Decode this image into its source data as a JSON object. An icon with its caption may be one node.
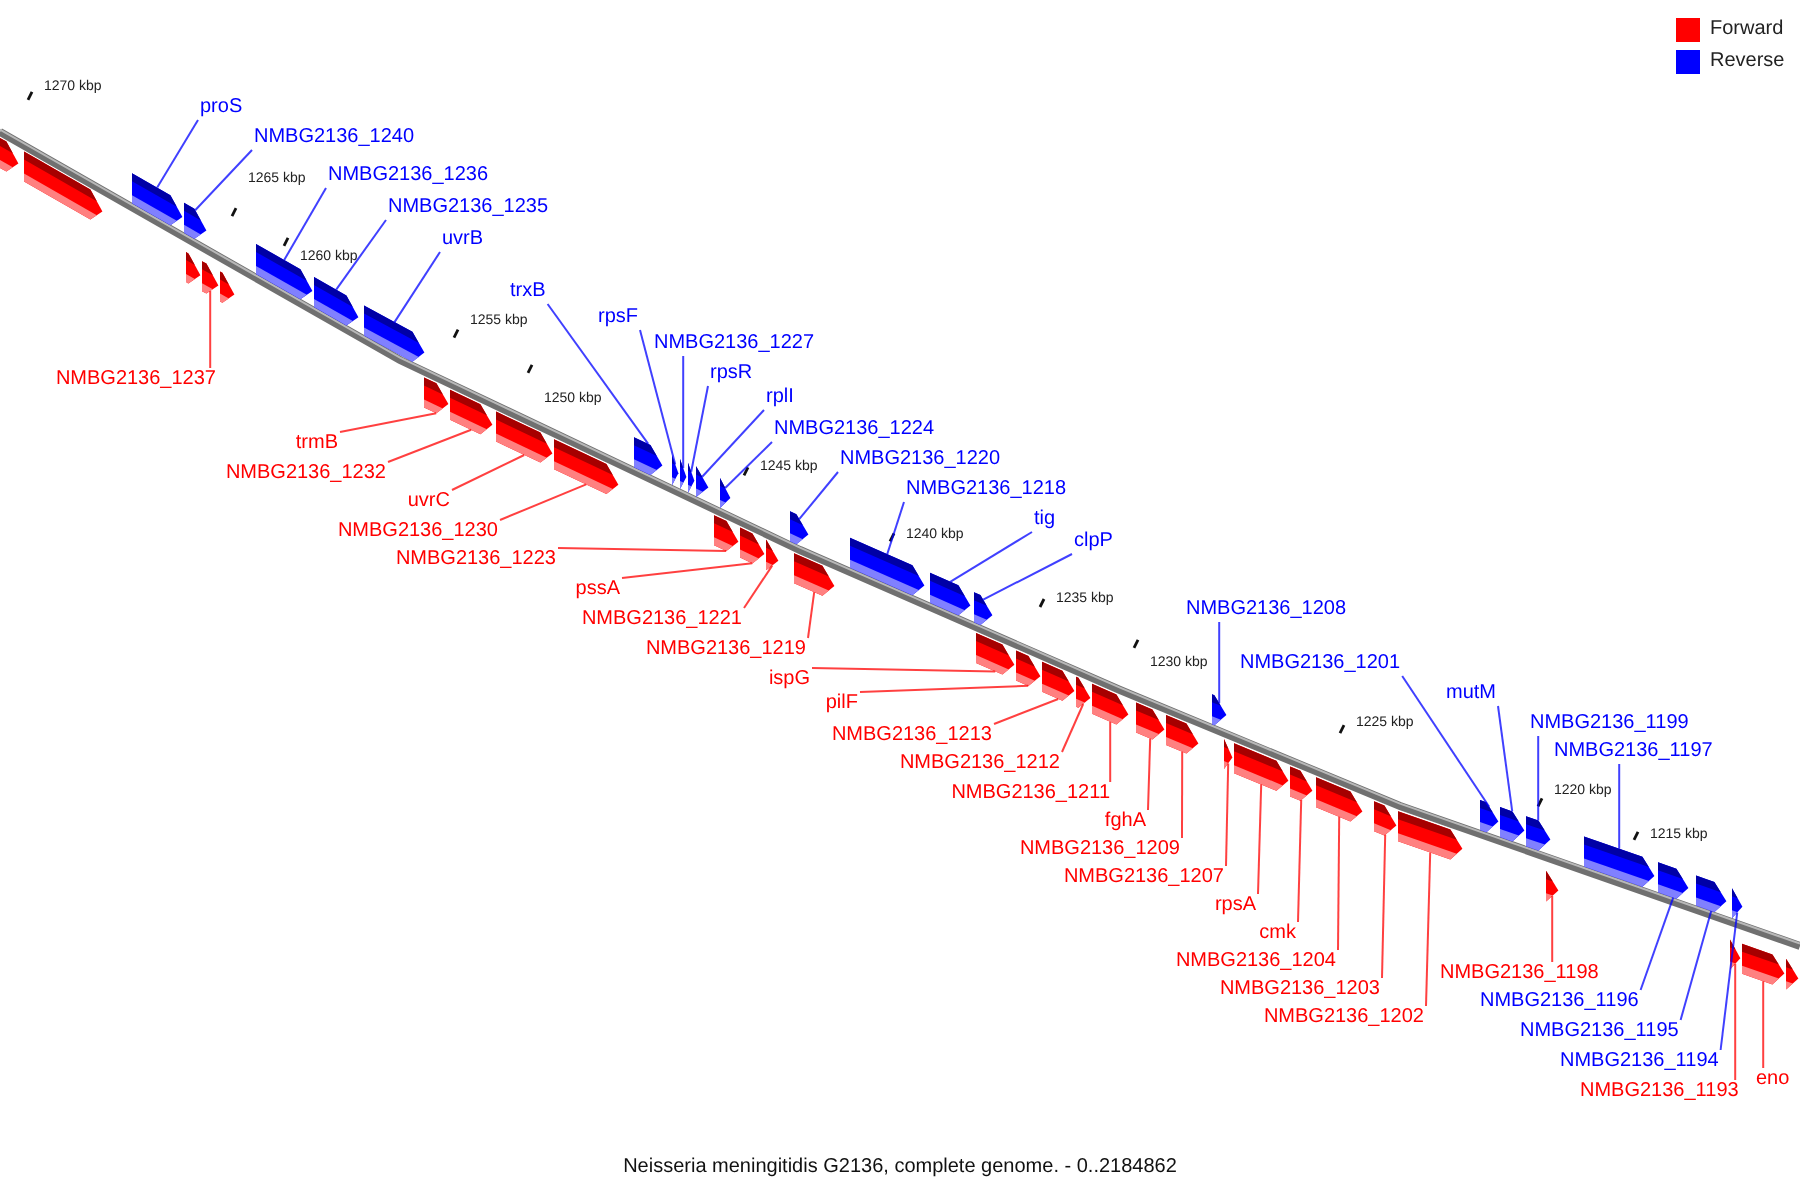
{
  "diagram": {
    "caption": "Neisseria meningitidis G2136, complete genome. - 0..2184862",
    "nodes": [
      {
        "text": [],
        "shape": "bar"
      },
      {
        "text": [],
        "shape": "bar"
      },
      {
        "text": [],
        "shape": "bar"
      },
      {
        "text": [],
        "shape": "bar"
      },
      {
        "text": [],
        "shape": "bar"
      },
      {
        "text": [],
        "shape": "bar"
      },
      {
        "text": [],
        "shape": "bar"
      },
      {
        "text": [],
        "shape": "bar"
      },
      {
        "text": [],
        "shape": "bar"
      },
      {
        "text": [],
        "shape": "bar"
      },
      {
        "text": [],
        "shape": "bar"
      },
      {
        "text": [],
        "shape": "bar"
      },
      {
        "text": [],
        "shape": "bar"
      },
      {
        "text": [],
        "shape": "bar"
      },
      {
        "text": [],
        "shape": "bar"
      },
      {
        "text": [],
        "shape": "bar"
      },
      {
        "text": [],
        "shape": "bar"
      },
      {
        "text": [],
        "shape": "bar"
      },
      {
        "text": [],
        "shape": "bar"
      },
      {
        "text": [],
        "shape": "bar"
      },
      {
        "text": [],
        "shape": "bar"
      },
      {
        "text": [],
        "shape": "bar"
      },
      {
        "text": [],
        "shape": "bar"
      },
      {
        "text": [],
        "shape": "bar"
      },
      {
        "text": [],
        "shape": "bar"
      },
      {
        "text": [],
        "shape": "bar"
      },
      {
        "text": [],
        "shape": "bar"
      },
      {
        "text": [],
        "shape": "bar"
      },
      {
        "text": [],
        "shape": "bar"
      },
      {
        "text": [],
        "shape": "bar"
      },
      {
        "text": [],
        "shape": "bar"
      },
      {
        "text": [],
        "shape": "bar"
      },
      {
        "text": [],
        "shape": "bar"
      },
      {
        "text": [],
        "shape": "bar"
      },
      {
        "text": [],
        "shape": "bar"
      },
      {
        "text": [],
        "shape": "bar"
      },
      {
        "text": [],
        "shape": "bar"
      },
      {
        "text": [],
        "shape": "bar"
      },
      {
        "text": [],
        "shape": "bar"
      },
      {
        "text": [],
        "shape": "bar"
      },
      {
        "text": [],
        "shape": "bar"
      },
      {
        "text": [],
        "shape": "bar"
      },
      {
        "text": [],
        "shape": "bar"
      },
      {
        "text": [],
        "shape": "bar"
      },
      {
        "text": [],
        "shape": "bar"
      },
      {
        "text": [],
        "shape": "bar"
      },
      {
        "text": [],
        "shape": "bar"
      },
      {
        "text": [],
        "shape": "bar"
      },
      {
        "text": [],
        "shape": "bar"
      },
      {
        "text": [],
        "shape": "bar"
      },
      {
        "text": [],
        "shape": "bar"
      },
      {
        "text": [],
        "shape": "bar"
      },
      {
        "text": [],
        "shape": "bar"
      },
      {
        "text": [
          "proS"
        ]
      },
      {
        "text": [
          "NMBG2136_1240"
        ]
      },
      {
        "text": [
          "NMBG2136_1236"
        ]
      },
      {
        "text": [
          "NMBG2136_1235"
        ]
      },
      {
        "text": [
          "uvrB"
        ]
      },
      {
        "text": [
          "trxB"
        ]
      },
      {
        "text": [
          "rpsF"
        ]
      },
      {
        "text": [
          "NMBG2136_1227"
        ]
      },
      {
        "text": [
          "rpsR"
        ]
      },
      {
        "text": [
          "NMBG2136_1237"
        ]
      },
      {
        "text": [
          "rplI"
        ]
      },
      {
        "text": [
          "NMBG2136_1224"
        ]
      },
      {
        "text": [
          "trmB"
        ]
      },
      {
        "text": [
          "NMBG2136_1220"
        ]
      },
      {
        "text": [
          "NMBG2136_1232"
        ]
      },
      {
        "text": [
          "NMBG2136_1218"
        ]
      },
      {
        "text": [
          "uvrC"
        ]
      },
      {
        "text": [
          "tig"
        ]
      },
      {
        "text": [
          "NMBG2136_1230"
        ]
      },
      {
        "text": [
          "clpP"
        ]
      },
      {
        "text": [
          "NMBG2136_1223"
        ]
      },
      {
        "text": [
          "pssA"
        ]
      },
      {
        "text": [
          "NMBG2136_1208"
        ]
      },
      {
        "text": [
          "NMBG2136_1221"
        ]
      },
      {
        "text": [
          "NMBG2136_1219"
        ]
      },
      {
        "text": [
          "NMBG2136_1201"
        ]
      },
      {
        "text": [
          "ispG"
        ]
      },
      {
        "text": [
          "mutM"
        ]
      },
      {
        "text": [
          "pilF"
        ]
      },
      {
        "text": [
          "NMBG2136_1199"
        ]
      },
      {
        "text": [
          "NMBG2136_1213"
        ]
      },
      {
        "text": [
          "NMBG2136_1197"
        ]
      },
      {
        "text": [
          "NMBG2136_1212"
        ]
      },
      {
        "text": [
          "NMBG2136_1211"
        ]
      },
      {
        "text": [
          "fghA"
        ]
      },
      {
        "text": [
          "NMBG2136_1209"
        ]
      },
      {
        "text": [
          "NMBG2136_1207"
        ]
      },
      {
        "text": [
          "rpsA"
        ]
      },
      {
        "text": [
          "cmk"
        ]
      },
      {
        "text": [
          "NMBG2136_1204"
        ]
      },
      {
        "text": [
          "NMBG2136_1198"
        ]
      },
      {
        "text": [
          "NMBG2136_1203"
        ]
      },
      {
        "text": [
          "NMBG2136_1196"
        ]
      },
      {
        "text": [
          "NMBG2136_1202"
        ]
      },
      {
        "text": [
          "NMBG2136_1195"
        ]
      },
      {
        "text": [
          "NMBG2136_1194"
        ]
      },
      {
        "text": [
          "eno"
        ]
      },
      {
        "text": [
          "NMBG2136_1193"
        ]
      }
    ],
    "edges": [
      {
        "from": 53,
        "to": 2,
        "arrow": "none",
        "color": "#0000ff"
      },
      {
        "from": 54,
        "to": 3,
        "arrow": "none",
        "color": "#0000ff"
      },
      {
        "from": 55,
        "to": 7,
        "arrow": "none",
        "color": "#0000ff"
      },
      {
        "from": 56,
        "to": 8,
        "arrow": "none",
        "color": "#0000ff"
      },
      {
        "from": 57,
        "to": 9,
        "arrow": "none",
        "color": "#0000ff"
      },
      {
        "from": 58,
        "to": 14,
        "arrow": "none",
        "color": "#0000ff"
      },
      {
        "from": 59,
        "to": 15,
        "arrow": "none",
        "color": "#0000ff"
      },
      {
        "from": 60,
        "to": 16,
        "arrow": "none",
        "color": "#0000ff"
      },
      {
        "from": 61,
        "to": 17,
        "arrow": "none",
        "color": "#0000ff"
      },
      {
        "from": 62,
        "to": 5,
        "arrow": "none"
      },
      {
        "from": 63,
        "to": 18,
        "arrow": "none",
        "color": "#0000ff"
      },
      {
        "from": 64,
        "to": 20,
        "arrow": "none",
        "color": "#0000ff"
      },
      {
        "from": 65,
        "to": 10,
        "arrow": "none"
      },
      {
        "from": 66,
        "to": 23,
        "arrow": "none",
        "color": "#0000ff"
      },
      {
        "from": 67,
        "to": 11,
        "arrow": "none"
      },
      {
        "from": 68,
        "to": 25,
        "arrow": "none",
        "color": "#0000ff"
      },
      {
        "from": 69,
        "to": 12,
        "arrow": "none"
      },
      {
        "from": 70,
        "to": 26,
        "arrow": "none",
        "color": "#0000ff"
      },
      {
        "from": 71,
        "to": 13,
        "arrow": "none"
      },
      {
        "from": 72,
        "to": 27,
        "arrow": "none",
        "color": "#0000ff"
      },
      {
        "from": 73,
        "to": 19,
        "arrow": "none"
      },
      {
        "from": 74,
        "to": 21,
        "arrow": "none"
      },
      {
        "from": 75,
        "to": 35,
        "arrow": "none",
        "color": "#0000ff"
      },
      {
        "from": 76,
        "to": 22,
        "arrow": "none"
      },
      {
        "from": 77,
        "to": 24,
        "arrow": "none"
      },
      {
        "from": 78,
        "to": 42,
        "arrow": "none",
        "color": "#0000ff"
      },
      {
        "from": 79,
        "to": 28,
        "arrow": "none"
      },
      {
        "from": 80,
        "to": 43,
        "arrow": "none",
        "color": "#0000ff"
      },
      {
        "from": 81,
        "to": 29,
        "arrow": "none"
      },
      {
        "from": 82,
        "to": 44,
        "arrow": "none",
        "color": "#0000ff"
      },
      {
        "from": 83,
        "to": 30,
        "arrow": "none"
      },
      {
        "from": 84,
        "to": 46,
        "arrow": "none",
        "color": "#0000ff"
      },
      {
        "from": 85,
        "to": 31,
        "arrow": "none"
      },
      {
        "from": 86,
        "to": 32,
        "arrow": "none"
      },
      {
        "from": 87,
        "to": 33,
        "arrow": "none"
      },
      {
        "from": 88,
        "to": 34,
        "arrow": "none"
      },
      {
        "from": 89,
        "to": 36,
        "arrow": "none"
      },
      {
        "from": 90,
        "to": 37,
        "arrow": "none"
      },
      {
        "from": 91,
        "to": 38,
        "arrow": "none"
      },
      {
        "from": 92,
        "to": 39,
        "arrow": "none"
      },
      {
        "from": 93,
        "to": 45,
        "arrow": "none"
      },
      {
        "from": 94,
        "to": 40,
        "arrow": "none"
      },
      {
        "from": 95,
        "to": 47,
        "arrow": "none",
        "color": "#0000ff"
      },
      {
        "from": 96,
        "to": 41,
        "arrow": "none"
      },
      {
        "from": 97,
        "to": 48,
        "arrow": "none",
        "color": "#0000ff"
      },
      {
        "from": 98,
        "to": 50,
        "arrow": "none",
        "color": "#0000ff"
      },
      {
        "from": 99,
        "to": 51,
        "arrow": "none"
      },
      {
        "from": 100,
        "to": 49,
        "arrow": "none"
      }
    ],
    "labels": [
      "1270 kbp",
      "1265 kbp",
      "1260 kbp",
      "1255 kbp",
      "1250 kbp",
      "1245 kbp",
      "1240 kbp",
      "1235 kbp",
      "1230 kbp",
      "1225 kbp",
      "1220 kbp",
      "1215 kbp"
    ],
    "legend": [
      {
        "text": "Forward",
        "color": "#ff0000"
      },
      {
        "text": "Reverse",
        "color": "#0000ff"
      }
    ]
  }
}
